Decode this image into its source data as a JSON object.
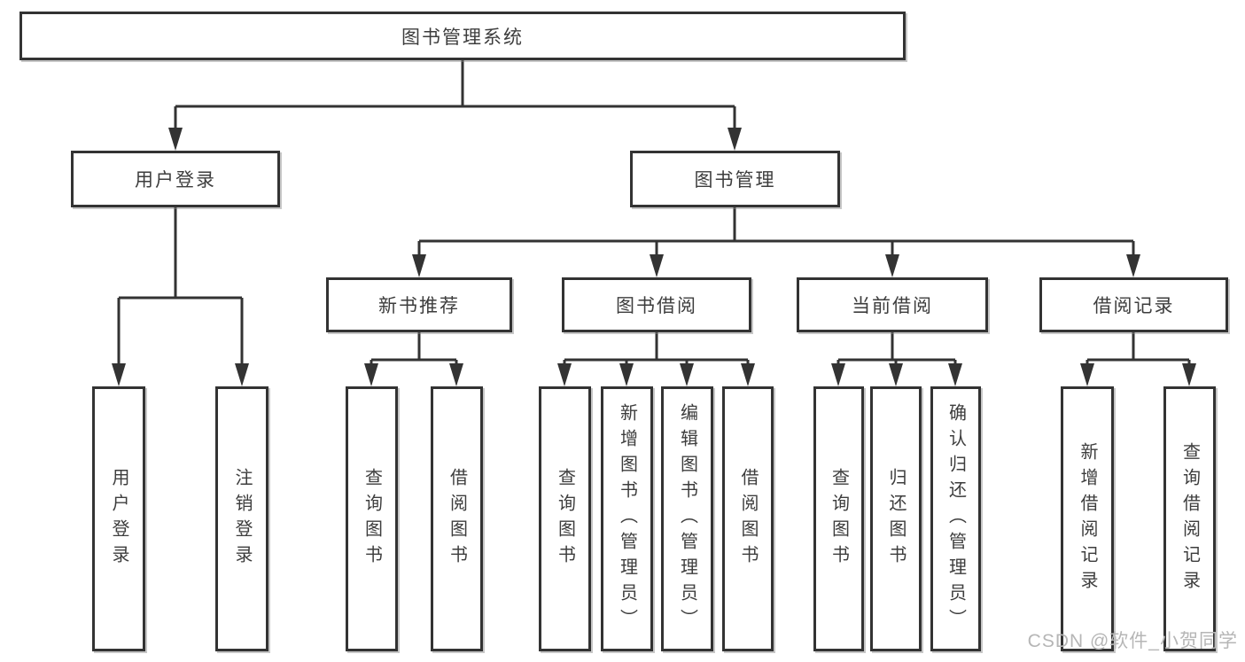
{
  "diagram": {
    "root": "图书管理系统",
    "user_login": {
      "label": "用户登录",
      "children": [
        "用户登录",
        "注销登录"
      ]
    },
    "book_mgmt": {
      "label": "图书管理",
      "groups": [
        {
          "label": "新书推荐",
          "children": [
            "查询图书",
            "借阅图书"
          ]
        },
        {
          "label": "图书借阅",
          "children": [
            "查询图书",
            "新增图书（管理员）",
            "编辑图书（管理员）",
            "借阅图书"
          ]
        },
        {
          "label": "当前借阅",
          "children": [
            "查询图书",
            "归还图书",
            "确认归还（管理员）"
          ]
        },
        {
          "label": "借阅记录",
          "children": [
            "新增借阅记录",
            "查询借阅记录"
          ]
        }
      ]
    }
  },
  "watermark": "CSDN @软件_小贺同学",
  "colors": {
    "line": "#333333",
    "box_border": "#333333",
    "text": "#3d3d3d",
    "watermark": "#b6b6b6",
    "background": "#ffffff"
  }
}
